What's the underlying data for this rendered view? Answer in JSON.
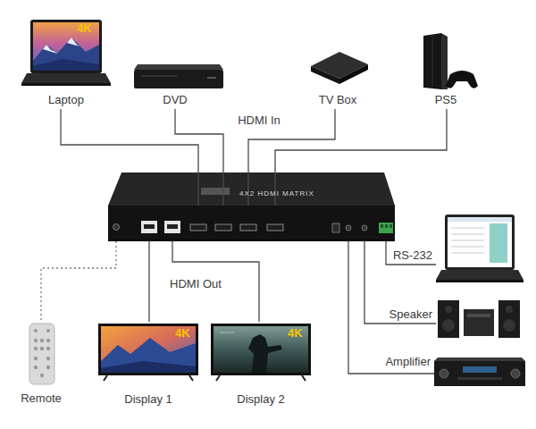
{
  "diagram": {
    "nodes": [
      {
        "text": [
          "4K",
          "Laptop"
        ]
      },
      {
        "text": [
          "DVD"
        ]
      },
      {
        "text": [
          "TV Box"
        ]
      },
      {
        "text": [
          "PS5"
        ]
      },
      {
        "text": [
          "4X2 HDMI MATRIX"
        ]
      },
      {
        "text": [
          "Remote"
        ]
      },
      {
        "text": [
          "4K",
          "Display 1"
        ]
      },
      {
        "text": [
          "4K",
          "Display 2"
        ]
      },
      {
        "text": [
          "RS-232"
        ]
      },
      {
        "text": [
          "Speaker"
        ]
      },
      {
        "text": [
          "Amplifier"
        ]
      }
    ],
    "edges": [
      {
        "from": 0,
        "to": 4,
        "arrow": "none"
      },
      {
        "from": 1,
        "to": 4,
        "arrow": "none"
      },
      {
        "from": 2,
        "to": 4,
        "arrow": "none"
      },
      {
        "from": 3,
        "to": 4,
        "arrow": "none"
      },
      {
        "from": 4,
        "to": 6,
        "arrow": "none"
      },
      {
        "from": 4,
        "to": 7,
        "arrow": "none"
      },
      {
        "from": 4,
        "to": 5,
        "arrow": "none"
      },
      {
        "from": 4,
        "to": 8,
        "arrow": "none"
      },
      {
        "from": 4,
        "to": 9,
        "arrow": "none"
      },
      {
        "from": 4,
        "to": 10,
        "arrow": "none"
      }
    ],
    "labels": [
      "HDMI In",
      "HDMI Out"
    ]
  }
}
